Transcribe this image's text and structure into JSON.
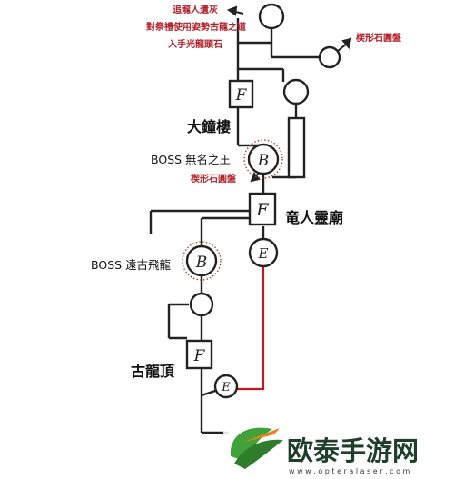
{
  "colors": {
    "line": "#222222",
    "annotation_red": "#b3212b",
    "label_black": "#111111",
    "red_path": "#c8141e",
    "boss_glow": "#9c4a26",
    "watermark_green": "#3fa33a",
    "watermark_dark": "#1f3f2a",
    "watermark_orange": "#e8801c"
  },
  "annotations": {
    "top_note_1": "追龍人遺灰",
    "top_note_2": "對祭禮使用姿勢古龍之道",
    "top_note_3": "入手光龍頭石",
    "slab_top": "楔形石圓盤",
    "slab_boss": "楔形石圓盤"
  },
  "locations": {
    "bell_tower": "大鐘樓",
    "dragon_shrine": "竜人靈廟",
    "dragon_peak": "古龍頂"
  },
  "bosses": {
    "nameless_king": "BOSS 無名之王",
    "ancient_wyvern": "BOSS 遠古飛龍"
  },
  "node_letters": {
    "bonfire": "F",
    "boss": "B",
    "elevator": "E"
  },
  "watermark": {
    "brand": "欧泰手游网",
    "url": "w w w . o p t e r a l a s e r . c o m"
  }
}
